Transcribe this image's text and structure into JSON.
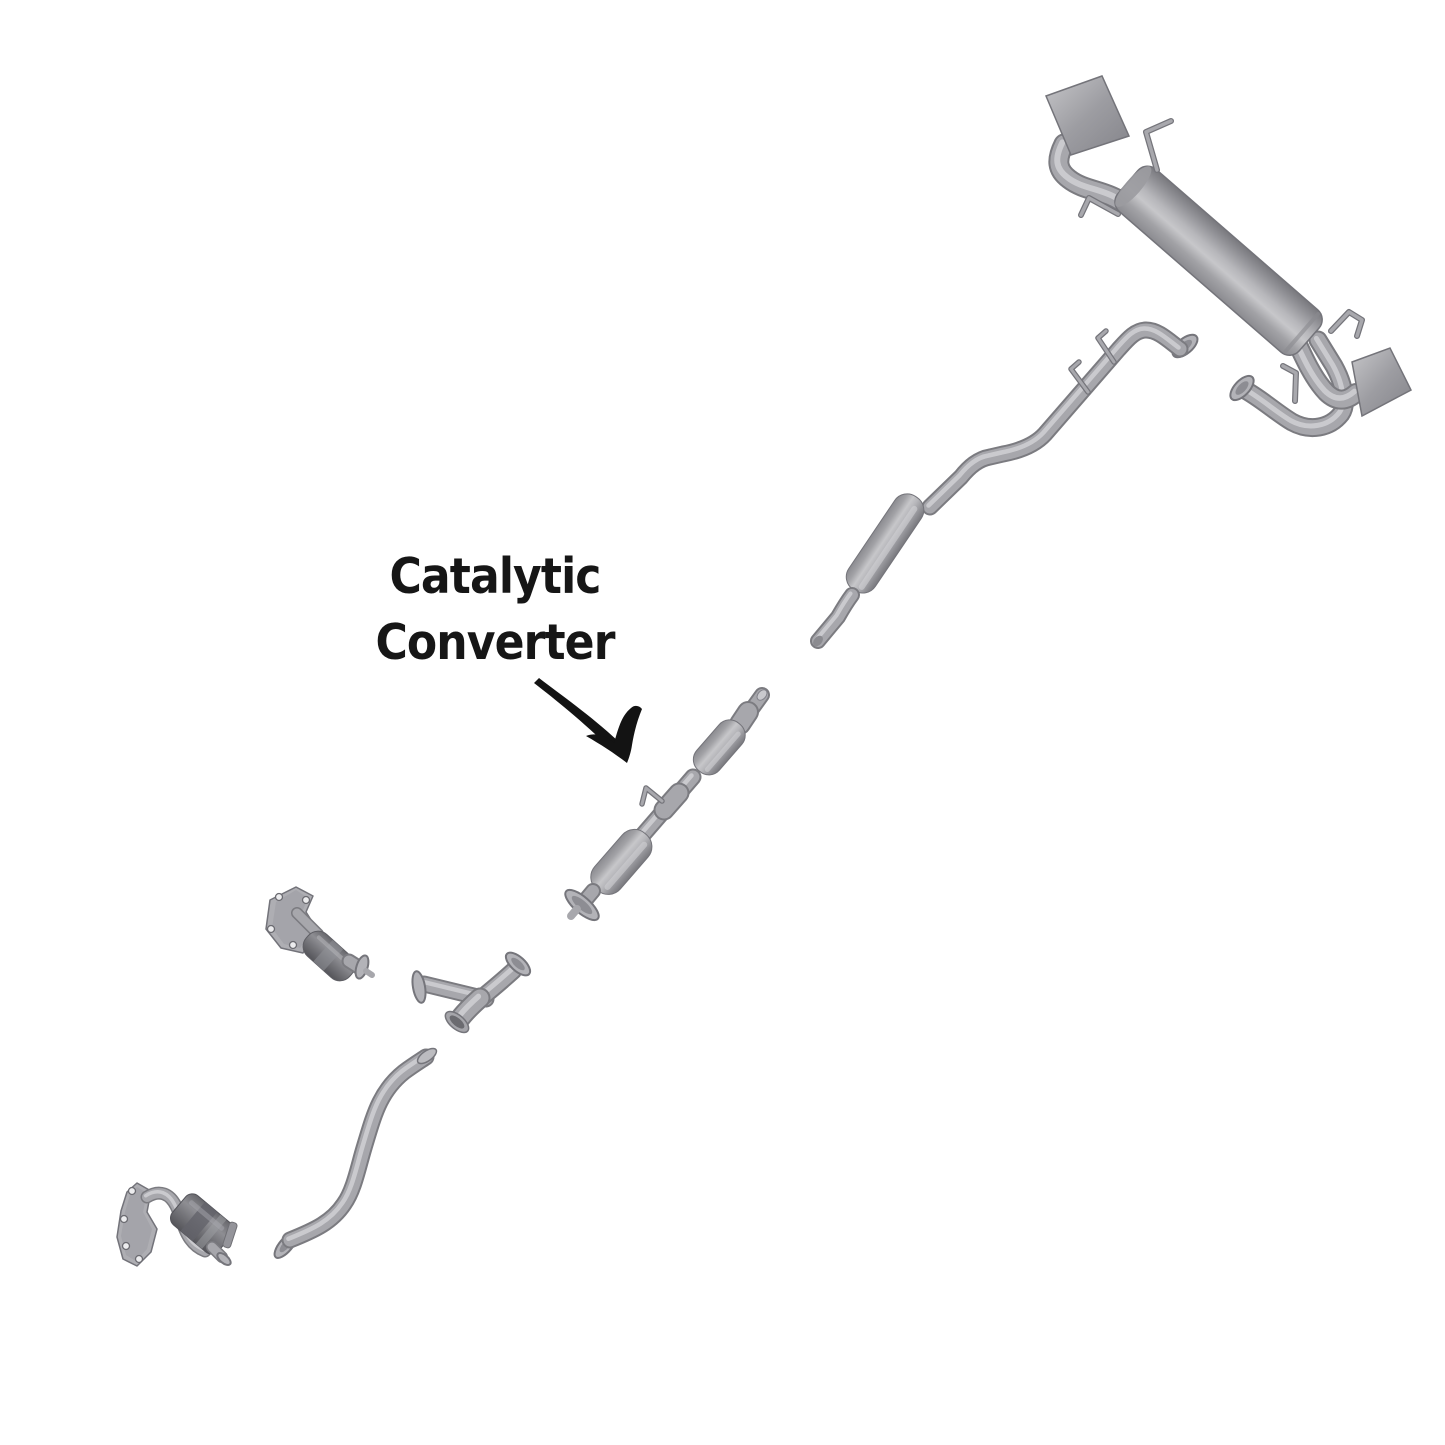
{
  "background": "#ffffff",
  "annotation": {
    "label_line1": "Catalytic",
    "label_line2": "Converter",
    "text_color": "#161616",
    "arrow": "curved-arrow-pointing-down-right-to-catalytic-converter"
  },
  "palette": {
    "metal_body": "#a7a7ac",
    "metal_highlight": "#d3d3d7",
    "metal_shadow": "#7b7b80",
    "manifold_dark": "#67676c"
  },
  "parts": [
    {
      "id": "muffler-assembly",
      "name": "rear muffler with dual tailpipes"
    },
    {
      "id": "intermediate-pipe-resonator",
      "name": "intermediate pipe with resonator"
    },
    {
      "id": "catalytic-converter",
      "name": "catalytic converter assembly",
      "labeled": true
    },
    {
      "id": "y-pipe",
      "name": "exhaust y-pipe"
    },
    {
      "id": "manifold-converter-upper",
      "name": "exhaust manifold with integrated converter (bank 1)"
    },
    {
      "id": "front-pipe",
      "name": "front exhaust pipe"
    },
    {
      "id": "manifold-converter-lower",
      "name": "exhaust manifold with integrated converter (bank 2)"
    }
  ]
}
